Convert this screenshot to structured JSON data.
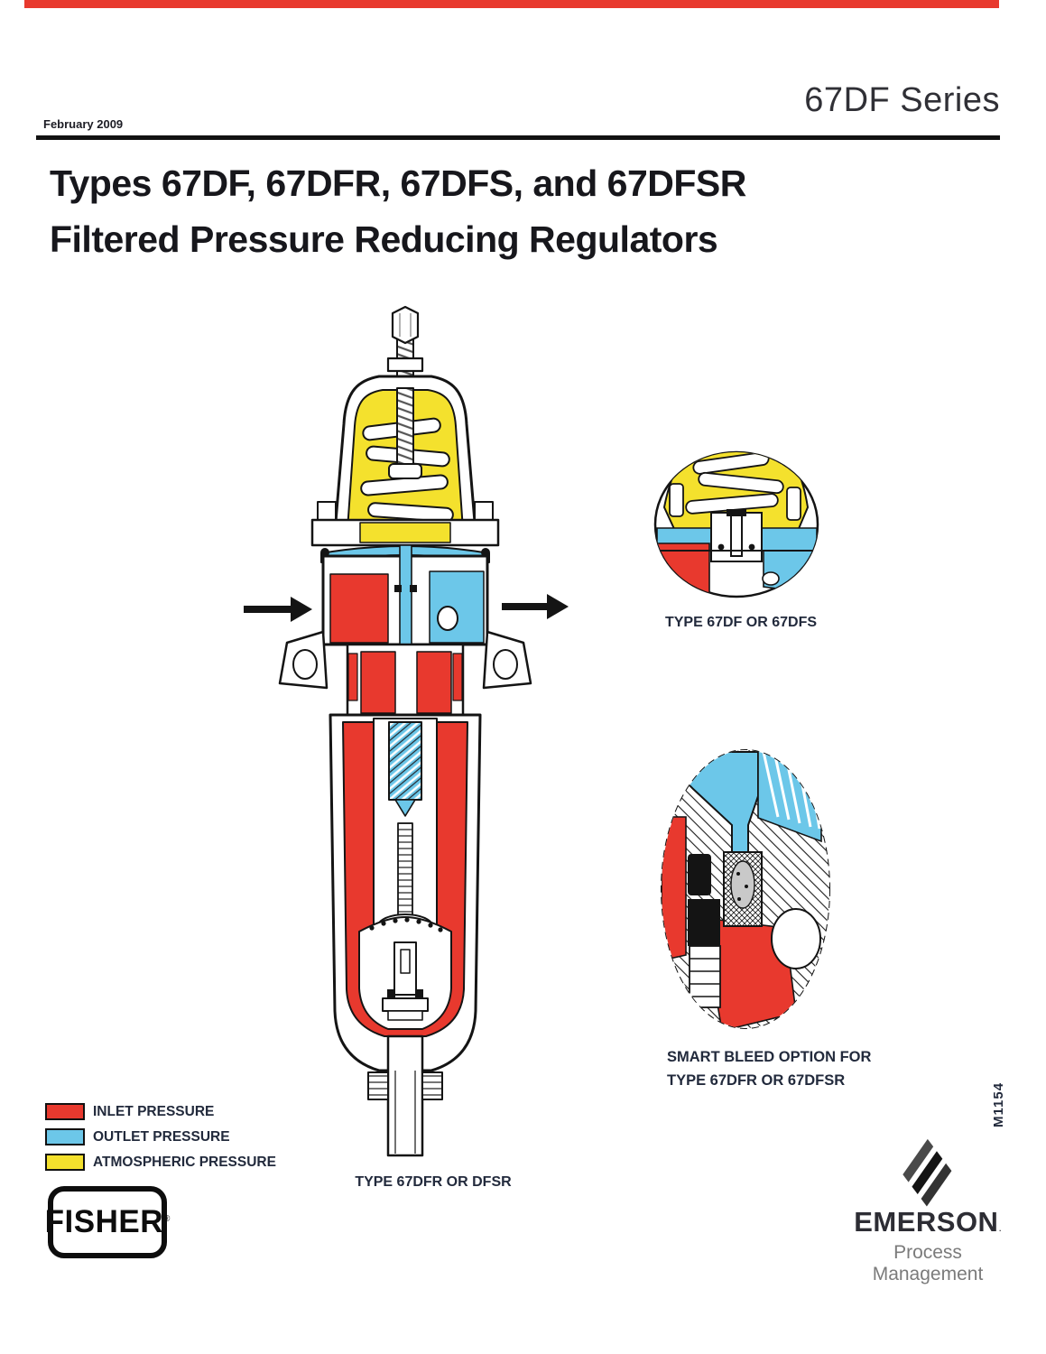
{
  "page": {
    "date": "February 2009",
    "series": "67DF Series",
    "title_line1": "Types 67DF, 67DFR, 67DFS, and 67DFSR",
    "title_line2": "Filtered Pressure Reducing Regulators",
    "doc_number": "M1154"
  },
  "captions": {
    "main_figure": "TYPE 67DFR OR DFSR",
    "inset1": "TYPE 67DF OR 67DFS",
    "inset2_line1": "SMART BLEED OPTION FOR",
    "inset2_line2": "TYPE 67DFR OR 67DFSR"
  },
  "legend": {
    "items": [
      {
        "label": "INLET PRESSURE",
        "color": "#e8392e"
      },
      {
        "label": "OUTLET PRESSURE",
        "color": "#6cc7e9"
      },
      {
        "label": "ATMOSPHERIC PRESSURE",
        "color": "#f4e12d"
      }
    ]
  },
  "branding": {
    "fisher": "FISHER",
    "fisher_reg": "®",
    "emerson": "EMERSON",
    "emerson_mark": ".",
    "emerson_sub": "Process Management"
  },
  "colors": {
    "inlet_pressure": "#e8392e",
    "outlet_pressure": "#6cc7e9",
    "atmospheric_pressure": "#f4e12d",
    "outline": "#141414",
    "header_bar": "#e8392e"
  }
}
